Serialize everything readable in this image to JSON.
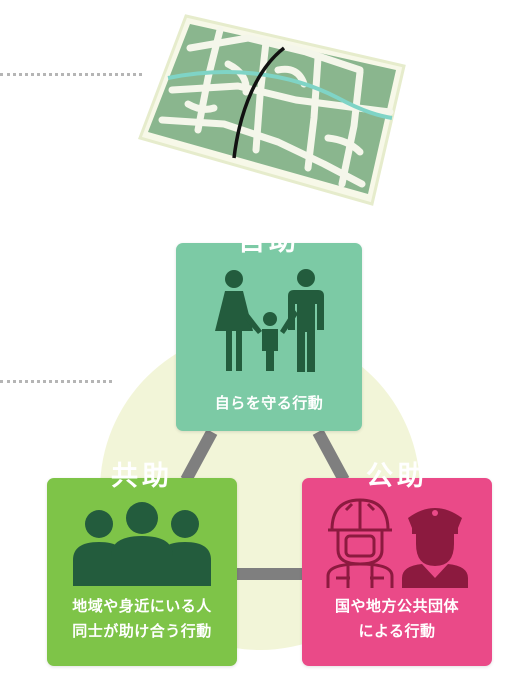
{
  "self_help": {
    "title": "自助",
    "desc": "自らを守る行動"
  },
  "mutual_help": {
    "title": "共助",
    "desc_lines": [
      "地域や身近にいる人",
      "同士が助け合う行動"
    ]
  },
  "public_help": {
    "title": "公助",
    "desc_lines": [
      "国や地方公共団体",
      "による行動"
    ]
  },
  "colors": {
    "self": "#7ccaa5",
    "mutual": "#7ec448",
    "public": "#ea4a88",
    "icon_green": "#235c3d",
    "icon_public": "#8c1a3f",
    "circle": "#f2f5d8",
    "connector": "#7f7f7f",
    "map_green": "#8ab68e"
  },
  "icons": [
    "map-icon",
    "family-icon",
    "group-icon",
    "firefighter-icon",
    "police-icon"
  ]
}
